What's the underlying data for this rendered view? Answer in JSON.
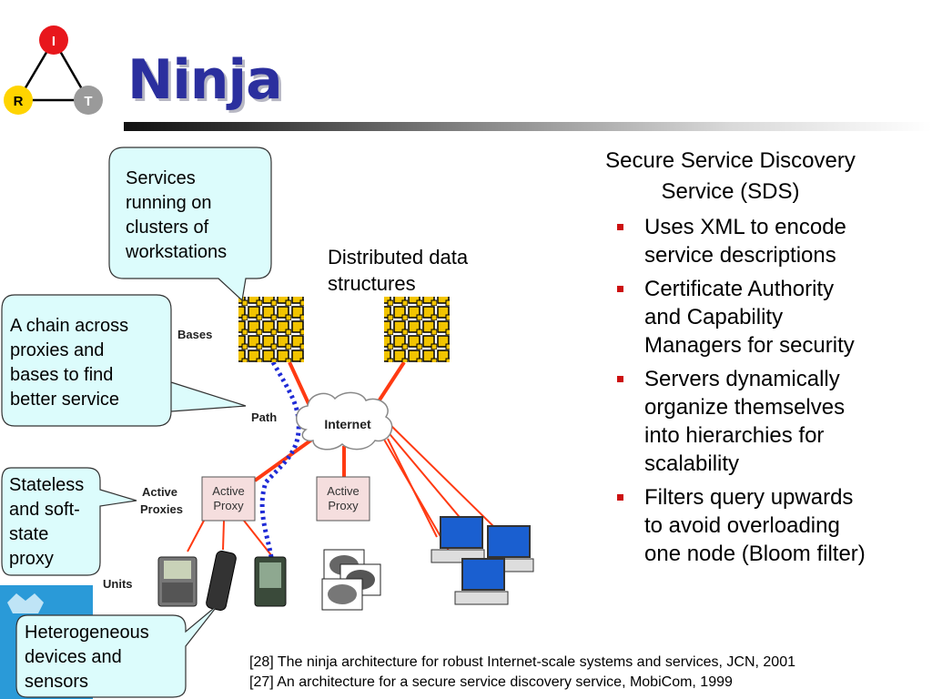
{
  "logo": {
    "letters": [
      "I",
      "R",
      "T"
    ],
    "colors": {
      "top": "#e8171c",
      "left": "#ffd400",
      "right": "#9a9a9a"
    }
  },
  "title": "Ninja",
  "callouts": {
    "services": [
      "Services",
      "running on",
      "clusters of",
      "workstations"
    ],
    "chain": [
      "A chain across",
      "proxies and",
      "bases to find",
      "better service"
    ],
    "stateless": [
      "Stateless",
      "and soft-",
      "state",
      "proxy"
    ],
    "heterogeneous": [
      "Heterogeneous",
      "devices and",
      "sensors"
    ]
  },
  "diagram": {
    "distributed_label": "Distributed data structures",
    "bases_label": "Bases",
    "path_label": "Path",
    "active_proxies_label": [
      "Active",
      "Proxies"
    ],
    "units_label": "Units",
    "internet_label": "Internet",
    "proxy_box_labels": [
      [
        "Active",
        "Proxy"
      ],
      [
        "Active",
        "Proxy"
      ]
    ]
  },
  "sds": {
    "heading": [
      "Secure Service Discovery",
      "Service (SDS)"
    ],
    "bullets": [
      [
        "Uses XML to encode",
        "service descriptions"
      ],
      [
        "Certificate Authority",
        "and Capability",
        "Managers for security"
      ],
      [
        "Servers dynamically",
        "organize themselves",
        "into hierarchies for",
        "scalability"
      ],
      [
        "Filters query upwards",
        "to avoid overloading",
        "one node (Bloom filter)"
      ]
    ]
  },
  "references": [
    "[28] The ninja architecture for robust Internet-scale systems and services, JCN, 2001",
    "[27] An architecture for a secure service discovery service, MobiCom, 1999"
  ],
  "colors": {
    "title": "#2b2f9e",
    "callout_fill": "#dcfcfc",
    "base_node": "#f2c400",
    "link_red": "#ff3a12",
    "path_blue": "#1f2bd6",
    "proxy_fill": "#f5dede",
    "bullet": "#cc1111",
    "crest_blue": "#2a9ad8"
  }
}
